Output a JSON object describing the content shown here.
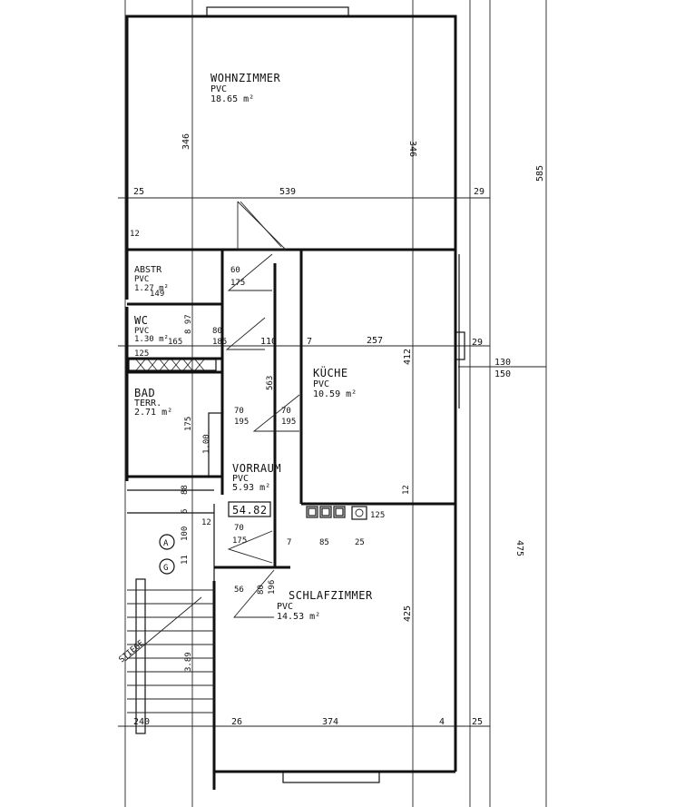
{
  "rooms": {
    "wohnzimmer": {
      "name": "WOHNZIMMER",
      "floor": "PVC",
      "area": "18.65 m²"
    },
    "kueche": {
      "name": "KÜCHE",
      "floor": "PVC",
      "area": "10.59 m²"
    },
    "schlafzimmer": {
      "name": "SCHLAFZIMMER",
      "floor": "PVC",
      "area": "14.53 m²"
    },
    "vorraum": {
      "name": "VORRAUM",
      "floor": "PVC",
      "area": "5.93 m²"
    },
    "bad": {
      "name": "BAD",
      "floor": "TERR.",
      "area": "2.71 m²"
    },
    "wc": {
      "name": "WC",
      "floor": "PVC",
      "area": "1.30 m²"
    },
    "abstell": {
      "name": "ABSTR",
      "floor": "PVC",
      "area": "1.27 m²"
    }
  },
  "total_area": "54.82",
  "labels": {
    "treppe": "STIEGE",
    "circle_a": "A",
    "circle_b": "G"
  },
  "dimensions": {
    "wz_height_left": "346",
    "wz_height_right": "346",
    "wz_wall_left": "25",
    "wz_width": "539",
    "wz_wall_right": "29",
    "total_height": "585",
    "abstell_top": "12",
    "abstell_60": "60",
    "abstell_175": "175",
    "abstell_w": "149",
    "wc_h": "8 97",
    "wc_165": "165",
    "wc_80": "80",
    "wc_185": "185",
    "corridor_110": "110",
    "corridor_7": "7",
    "kueche_width": "257",
    "kueche_wall": "29",
    "kueche_height": "412",
    "kueche_130": "130",
    "kueche_150": "150",
    "bad_125": "125",
    "bad_175": "175",
    "bad_100": "1.00",
    "vorraum_70a": "70",
    "vorraum_195a": "195",
    "vorraum_70b": "70",
    "vorraum_195b": "195",
    "vorraum_height": "563",
    "kueche_12": "12",
    "herd_125": "125",
    "vr_12": "12",
    "vr_70": "70",
    "vr_175": "175",
    "vr_7": "7",
    "k_85": "85",
    "k_25": "25",
    "sz_56": "56",
    "sz_80": "80",
    "sz_196": "196",
    "sz_height": "425",
    "sz_right_total": "475",
    "bottom_240": "240",
    "bottom_26": "26",
    "sz_width": "374",
    "bottom_4": "4",
    "bottom_25": "25",
    "stair_d": "3.89",
    "side_100": "100",
    "side_6": "6",
    "side_88": "88",
    "side_11": "11"
  }
}
